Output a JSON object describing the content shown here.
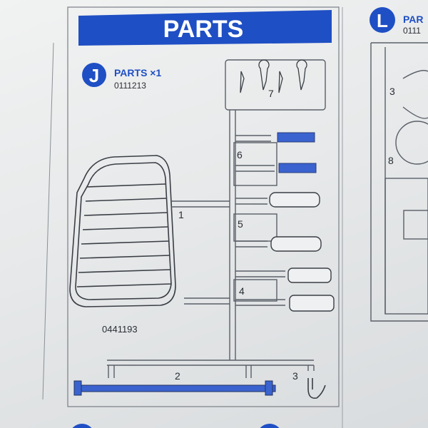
{
  "banner": {
    "title": "PARTS"
  },
  "section_j": {
    "badge_letter": "J",
    "title": "PARTS ×1",
    "code": "0111213"
  },
  "section_l": {
    "badge_letter": "L",
    "title": "PAR",
    "code": "0111"
  },
  "grill": {
    "code": "0441193",
    "part_number": "1"
  },
  "sprue": {
    "part_7": "7",
    "part_6": "6",
    "part_5": "5",
    "part_4": "4",
    "part_2": "2",
    "part_3": "3"
  },
  "right_frame": {
    "part_3": "3",
    "part_8": "8"
  },
  "colors": {
    "banner_blue": "#1f4fc4",
    "part_blue": "#3a63cf",
    "line": "#5a5f68",
    "paper": "#eef0f1"
  }
}
